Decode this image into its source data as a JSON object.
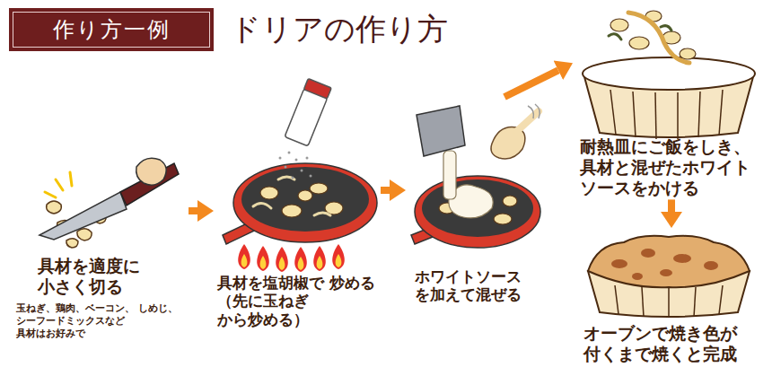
{
  "diagram": {
    "title": "ドリアの作り方",
    "nodes": [
      {
        "text": [
          "作り方一例"
        ]
      },
      {
        "text": [
          "具材を適度に 小さく切る",
          "玉ねぎ、鶏肉、ベーコン、 しめじ、シーフードミックスなど 具材はお好みで"
        ]
      },
      {
        "text": [
          "具材を塩胡椒で 炒める（先に玉ねぎ から炒める）"
        ]
      },
      {
        "text": [
          "ホワイトソース を加えて混ぜる"
        ]
      },
      {
        "text": [
          "耐熱皿にご飯をしき、 具材と混ぜたホワイト ソースをかける"
        ]
      },
      {
        "text": [
          "オーブンで焼き色が 付くまで焼くと完成"
        ]
      }
    ],
    "edges": [
      {
        "from": 1,
        "to": 2,
        "arrow": "to"
      },
      {
        "from": 2,
        "to": 3,
        "arrow": "to"
      },
      {
        "from": 3,
        "to": 4,
        "arrow": "to"
      },
      {
        "from": 4,
        "to": 5,
        "arrow": "to"
      }
    ]
  }
}
